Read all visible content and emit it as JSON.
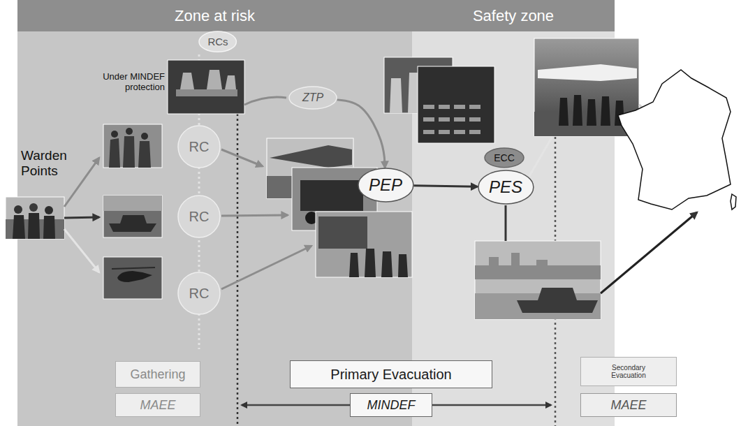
{
  "diagram": {
    "nodes": [
      {
        "text": [
          "Zone at risk"
        ]
      },
      {
        "text": [
          "Safety zone"
        ]
      },
      {
        "text": [
          "RCs"
        ]
      },
      {
        "text": [
          "ZTP"
        ]
      },
      {
        "text": [
          "RC"
        ]
      },
      {
        "text": [
          "PEP"
        ]
      },
      {
        "text": [
          "PES"
        ]
      },
      {
        "text": [
          "ECC"
        ]
      },
      {
        "text": [
          "RC"
        ]
      },
      {
        "text": [
          "RC"
        ]
      },
      {
        "text": [
          "Gathering"
        ]
      },
      {
        "text": [
          "Primary Evacuation"
        ]
      },
      {
        "text": [
          "Secondary Evacuation"
        ]
      },
      {
        "text": [
          "MAEE"
        ]
      },
      {
        "text": [
          "MINDEF"
        ]
      },
      {
        "text": [
          "MAEE"
        ]
      }
    ],
    "edges": [
      {
        "from": 3,
        "to": 5,
        "arrow": "to"
      },
      {
        "from": 5,
        "to": 6,
        "arrow": "to"
      }
    ],
    "labels": [
      "Under MINDEF protection",
      "Warden Points"
    ]
  }
}
